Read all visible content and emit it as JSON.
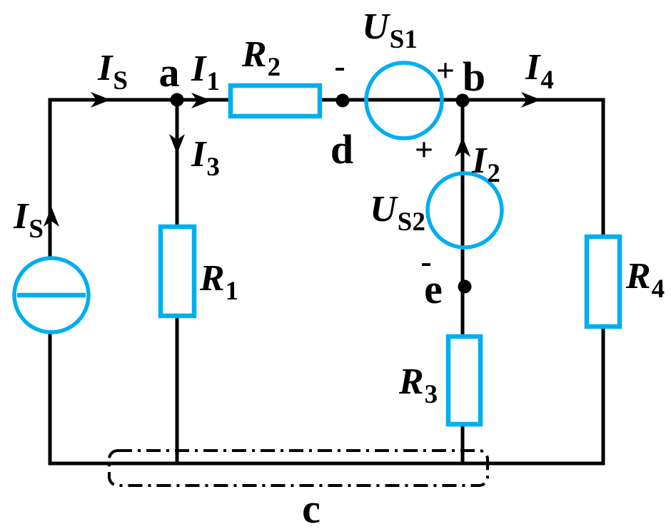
{
  "figure": {
    "kind": "dc-circuit-schematic",
    "colors": {
      "component": "#00AEEF",
      "wire": "#000000",
      "background": "#FFFFFF"
    }
  },
  "labels": {
    "is_top": {
      "main": "I",
      "sub": "S"
    },
    "node_a": {
      "main": "a"
    },
    "i1": {
      "main": "I",
      "sub": "1"
    },
    "r2": {
      "main": "R",
      "sub": "2"
    },
    "minus_us1": {
      "main": "-"
    },
    "us1": {
      "main": "U",
      "sub": "S1"
    },
    "plus_us1": {
      "main": "+"
    },
    "node_b": {
      "main": "b"
    },
    "i4": {
      "main": "I",
      "sub": "4"
    },
    "i3": {
      "main": "I",
      "sub": "3"
    },
    "node_d": {
      "main": "d"
    },
    "plus_us2": {
      "main": "+"
    },
    "i2": {
      "main": "I",
      "sub": "2"
    },
    "us2": {
      "main": "U",
      "sub": "S2"
    },
    "minus_us2": {
      "main": "-"
    },
    "node_e": {
      "main": "e"
    },
    "is_left": {
      "main": "I",
      "sub": "S"
    },
    "r1": {
      "main": "R",
      "sub": "1"
    },
    "r3": {
      "main": "R",
      "sub": "3"
    },
    "r4": {
      "main": "R",
      "sub": "4"
    },
    "node_c": {
      "main": "c"
    }
  },
  "circuit": {
    "nodes": [
      "a",
      "b",
      "c",
      "d",
      "e"
    ],
    "resistors": [
      "R1",
      "R2",
      "R3",
      "R4"
    ],
    "voltage_sources": [
      {
        "name": "US1",
        "minus_at": "left of circle (node d side)",
        "plus_at": "right of circle (node b side)"
      },
      {
        "name": "US2",
        "plus_at": "top of circle (node b side)",
        "minus_at": "bottom of circle (node e side)"
      }
    ],
    "current_source": {
      "name": "IS",
      "symbol": "circle with horizontal bar",
      "direction": "up"
    },
    "currents": [
      {
        "name": "IS",
        "direction": "right along top-left wire"
      },
      {
        "name": "I1",
        "direction": "right from node a into R2"
      },
      {
        "name": "I2",
        "direction": "up toward node b"
      },
      {
        "name": "I3",
        "direction": "down from node a into R1"
      },
      {
        "name": "I4",
        "direction": "right from node b toward R4"
      }
    ],
    "reference_box": "dash-dot rounded box around bottom wire labeled c"
  }
}
